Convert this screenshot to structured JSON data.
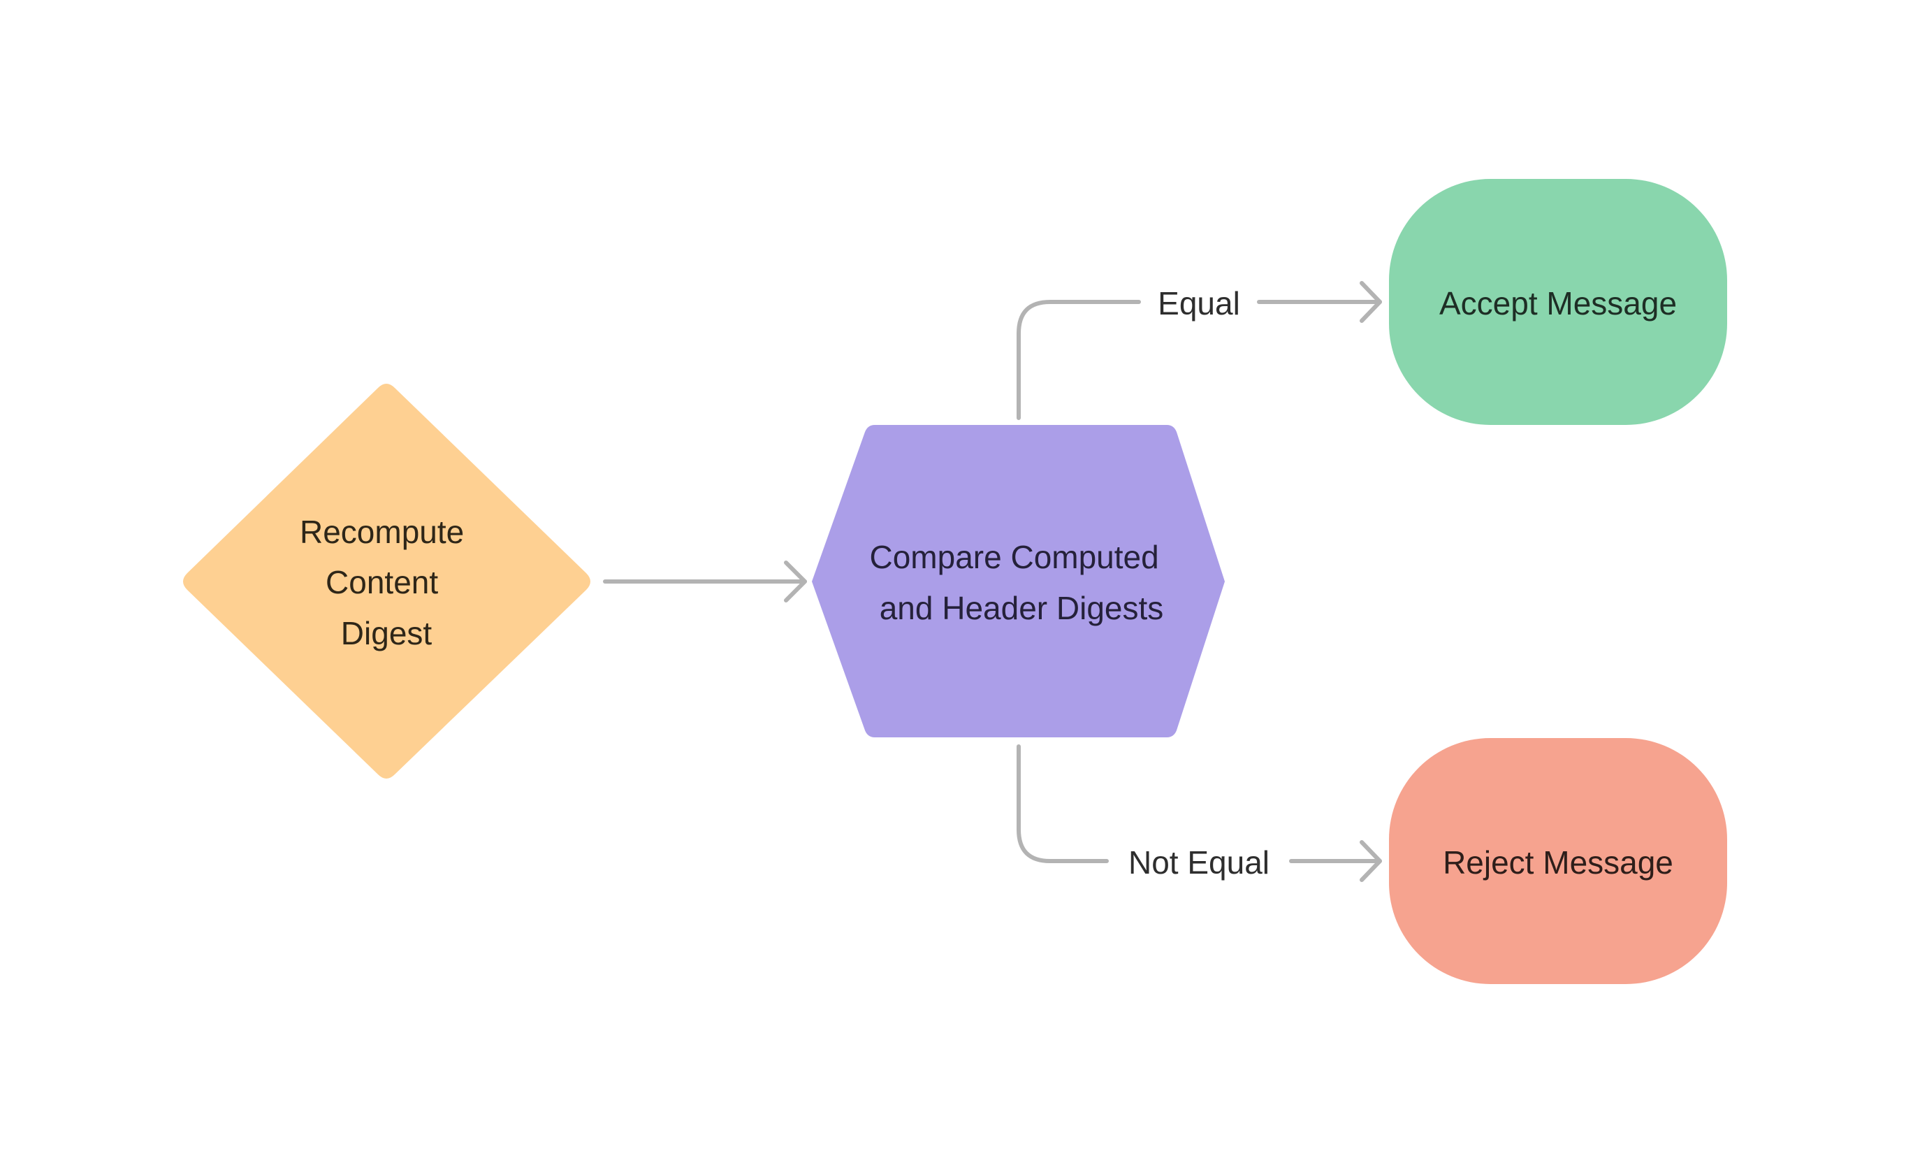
{
  "diagram": {
    "type": "flowchart",
    "nodes": [
      {
        "id": "recompute",
        "shape": "diamond",
        "lines": [
          "Recompute",
          "Content",
          "Digest"
        ],
        "fill": "#fed092",
        "text_color": "#2e2618"
      },
      {
        "id": "compare",
        "shape": "hexagon",
        "lines": [
          "Compare Computed",
          "and Header Digests"
        ],
        "fill": "#ab9ee8",
        "text_color": "#25213a"
      },
      {
        "id": "accept",
        "shape": "rounded-rect",
        "lines": [
          "Accept Message"
        ],
        "fill": "#89d6ad",
        "text_color": "#1e2e25"
      },
      {
        "id": "reject",
        "shape": "rounded-rect",
        "lines": [
          "Reject Message"
        ],
        "fill": "#f6a38f",
        "text_color": "#2e1e1a"
      }
    ],
    "edges": [
      {
        "from": "recompute",
        "to": "compare",
        "label": ""
      },
      {
        "from": "compare",
        "to": "accept",
        "label": "Equal"
      },
      {
        "from": "compare",
        "to": "reject",
        "label": "Not Equal"
      }
    ],
    "connector_color": "#b3b3b3",
    "label_color": "#2e2e2e"
  }
}
